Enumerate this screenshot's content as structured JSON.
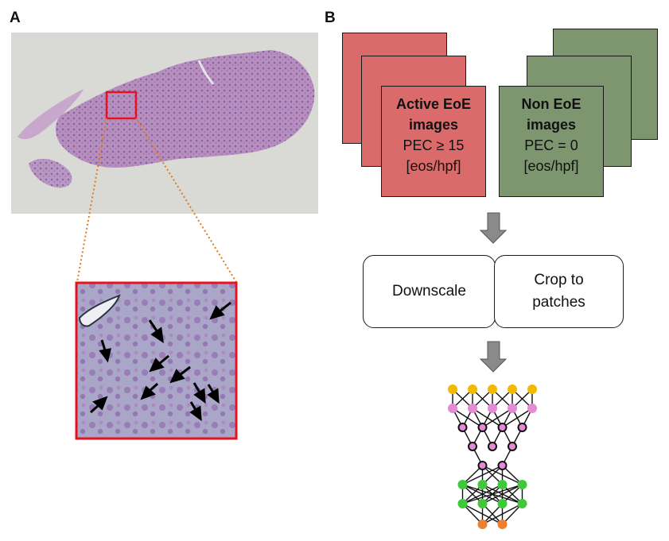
{
  "panels": {
    "a_label": "A",
    "b_label": "B"
  },
  "colors": {
    "active_fill": "#db6b6b",
    "non_fill": "#7d9670",
    "zoom_frame": "#e8121e",
    "dotted_leader": "#e07b1a",
    "arrow_fill": "#8a8a8a",
    "node_yellow": "#f5b800",
    "node_pink": "#e58ad6",
    "node_green": "#3fc93a",
    "node_orange": "#ed7f2e"
  },
  "active_card": {
    "title_line1": "Active EoE",
    "title_line2": "images",
    "criterion": "PEC ≥ 15",
    "unit": "[eos/hpf]"
  },
  "non_card": {
    "title_line1": "Non EoE",
    "title_line2": "images",
    "criterion": "PEC = 0",
    "unit": "[eos/hpf]"
  },
  "process": {
    "downscale": "Downscale",
    "crop_line1": "Crop to",
    "crop_line2": "patches"
  },
  "network_layers": [
    {
      "count": 5,
      "color": "node_yellow",
      "outlined": false
    },
    {
      "count": 5,
      "color": "node_pink",
      "outlined": false
    },
    {
      "count": 4,
      "color": "node_pink",
      "outlined": true
    },
    {
      "count": 3,
      "color": "node_pink",
      "outlined": true
    },
    {
      "count": 2,
      "color": "node_pink",
      "outlined": true
    },
    {
      "count": 4,
      "color": "node_green",
      "outlined": false
    },
    {
      "count": 4,
      "color": "node_green",
      "outlined": false
    },
    {
      "count": 2,
      "color": "node_orange",
      "outlined": false
    }
  ]
}
